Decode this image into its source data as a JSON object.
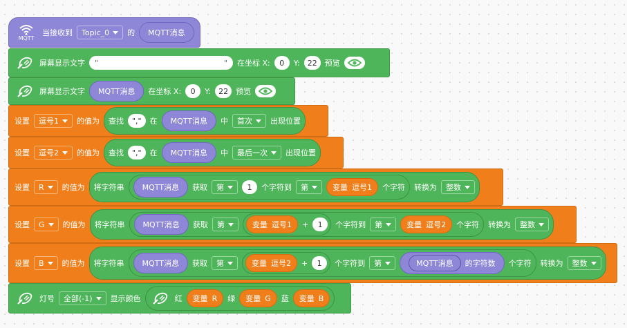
{
  "colors": {
    "looks": "#4fb55a",
    "variables": "#f07f1b",
    "event": "#8e86d6"
  },
  "hat": {
    "icon_label": "MQTT",
    "text1": "当接收到",
    "topic_value": "Topic_0",
    "text2": "的",
    "message_reporter": "MQTT消息"
  },
  "display1": {
    "text1": "屏幕显示文字",
    "text_value_left": "\"",
    "text_value_right": "\"",
    "at_coord_x": "在坐标 X:",
    "x_value": "0",
    "y_label": "Y:",
    "y_value": "22",
    "preview": "预览"
  },
  "display2": {
    "text1": "屏幕显示文字",
    "reporter": "MQTT消息",
    "at_coord_x": "在坐标 X:",
    "x_value": "0",
    "y_label": "Y:",
    "y_value": "22",
    "preview": "预览"
  },
  "set1": {
    "set": "设置",
    "var": "逗号1",
    "value_of": "的值为",
    "find": "查找",
    "needle": "\",\"",
    "in": "在",
    "reporter": "MQTT消息",
    "middle": "中",
    "mode": "首次",
    "position": "出现位置"
  },
  "set2": {
    "set": "设置",
    "var": "逗号2",
    "value_of": "的值为",
    "find": "查找",
    "needle": "\",\"",
    "in": "在",
    "reporter": "MQTT消息",
    "middle": "中",
    "mode": "最后一次",
    "position": "出现位置"
  },
  "setR": {
    "set": "设置",
    "var": "R",
    "value_of": "的值为",
    "take_string": "将字符串",
    "reporter": "MQTT消息",
    "get": "获取",
    "nth1": "第",
    "num1": "1",
    "char_to": "个字符到",
    "nth2": "第",
    "var_label": "变量",
    "var_name": "逗号1",
    "char": "个字符",
    "convert": "转换为",
    "type": "整数"
  },
  "setG": {
    "set": "设置",
    "var": "G",
    "value_of": "的值为",
    "take_string": "将字符串",
    "reporter": "MQTT消息",
    "get": "获取",
    "nth1": "第",
    "var_label1": "变量",
    "var_name1": "逗号1",
    "plus": "+",
    "num1": "1",
    "char_to": "个字符到",
    "nth2": "第",
    "var_label2": "变量",
    "var_name2": "逗号2",
    "char": "个字符",
    "convert": "转换为",
    "type": "整数"
  },
  "setB": {
    "set": "设置",
    "var": "B",
    "value_of": "的值为",
    "take_string": "将字符串",
    "reporter": "MQTT消息",
    "get": "获取",
    "nth1": "第",
    "var_label1": "变量",
    "var_name1": "逗号2",
    "plus": "+",
    "num1": "1",
    "char_to": "个字符到",
    "nth2": "第",
    "reporter2": "MQTT消息",
    "char_count": "的字符数",
    "char": "个字符",
    "convert": "转换为",
    "type": "整数"
  },
  "light": {
    "label": "灯号",
    "which": "全部(-1)",
    "show_color": "显示颜色",
    "red": "红",
    "var_label_r": "变量",
    "var_r": "R",
    "green": "绿",
    "var_label_g": "变量",
    "var_g": "G",
    "blue": "蓝",
    "var_label_b": "变量",
    "var_b": "B"
  }
}
